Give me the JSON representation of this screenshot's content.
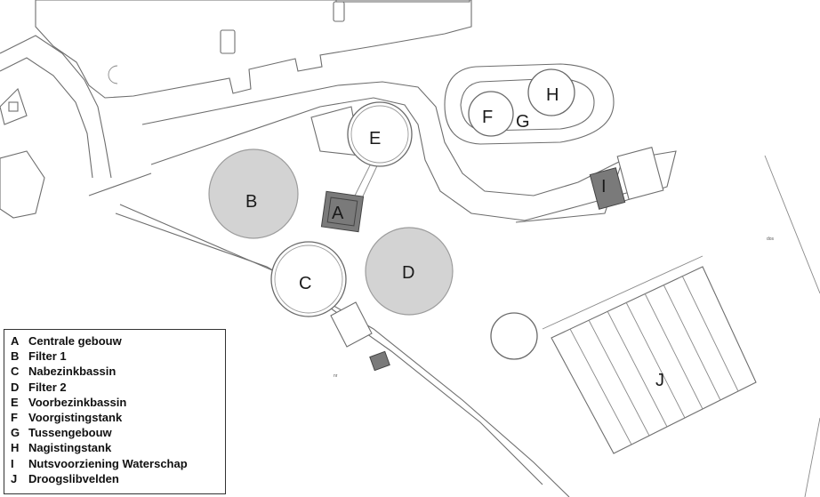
{
  "map": {
    "labels": {
      "A": "A",
      "B": "B",
      "C": "C",
      "D": "D",
      "E": "E",
      "F": "F",
      "G": "G",
      "H": "H",
      "I": "I",
      "J": "J"
    },
    "small_text": {
      "road_mark": "nr",
      "area_mark": "dos"
    }
  },
  "legend": {
    "items": [
      {
        "key": "A",
        "label": "Centrale gebouw"
      },
      {
        "key": "B",
        "label": "Filter 1"
      },
      {
        "key": "C",
        "label": "Nabezinkbassin"
      },
      {
        "key": "D",
        "label": "Filter 2"
      },
      {
        "key": "E",
        "label": "Voorbezinkbassin"
      },
      {
        "key": "F",
        "label": "Voorgistingstank"
      },
      {
        "key": "G",
        "label": "Tussengebouw"
      },
      {
        "key": "H",
        "label": "Nagistingstank"
      },
      {
        "key": "I",
        "label": "Nutsvoorziening Waterschap"
      },
      {
        "key": "J",
        "label": "Droogslibvelden"
      }
    ]
  },
  "colors": {
    "grey_tank": "#d3d3d3",
    "dark_building": "#7a7a7a",
    "line": "#6e6e6e"
  }
}
